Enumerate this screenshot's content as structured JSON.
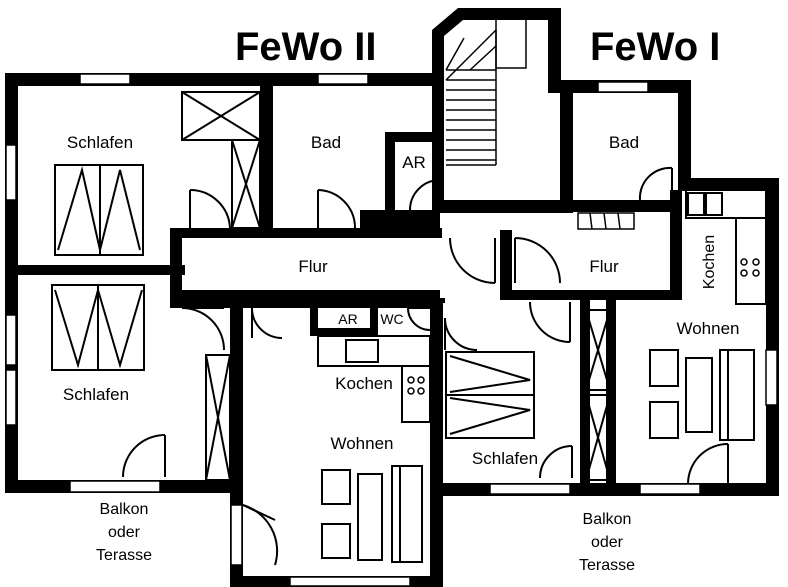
{
  "titles": {
    "fewo2": "FeWo II",
    "fewo1": "FeWo I"
  },
  "rooms": {
    "schlafen_top_left": "Schlafen",
    "bad_left": "Bad",
    "ar_stair": "AR",
    "bad_right": "Bad",
    "flur_left": "Flur",
    "flur_right": "Flur",
    "kochen_right": "Kochen",
    "wohnen_right": "Wohnen",
    "schlafen_mid_left": "Schlafen",
    "ar_small": "AR",
    "wc": "WC",
    "kochen_mid": "Kochen",
    "wohnen_mid": "Wohnen",
    "schlafen_center": "Schlafen",
    "balkon_left_1": "Balkon",
    "balkon_left_2": "oder",
    "balkon_left_3": "Terasse",
    "balkon_right_1": "Balkon",
    "balkon_right_2": "oder",
    "balkon_right_3": "Terasse"
  }
}
